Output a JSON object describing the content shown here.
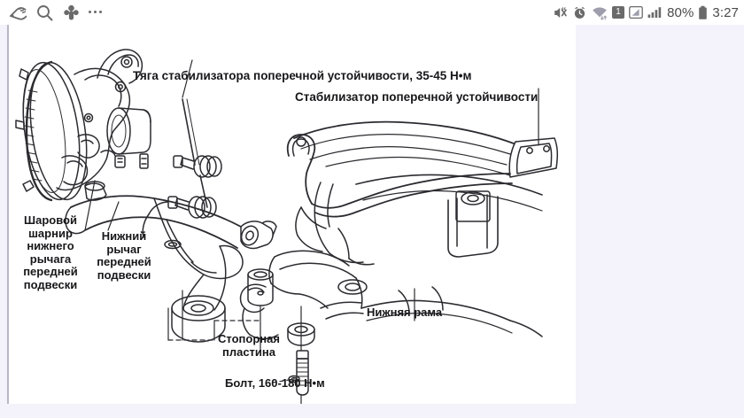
{
  "status_bar": {
    "left_icons": [
      {
        "name": "gesture-swipe-icon",
        "label": "swipe"
      },
      {
        "name": "search-icon",
        "label": "search"
      },
      {
        "name": "share-person-icon",
        "label": "share"
      },
      {
        "name": "more-options-icon",
        "label": "more"
      }
    ],
    "right_icons": [
      {
        "name": "mute-vibrate-icon",
        "label": "vibrate"
      },
      {
        "name": "alarm-clock-icon",
        "label": "alarm"
      },
      {
        "name": "wifi-icon",
        "label": "wi-fi"
      },
      {
        "name": "sim-card-icon",
        "label": "1"
      },
      {
        "name": "signal-triangle-icon",
        "label": "signal"
      },
      {
        "name": "signal-bars-icon",
        "label": "bars"
      }
    ],
    "battery_percent": "80%",
    "clock": "3:27",
    "sim_label": "1"
  },
  "diagram": {
    "alt": "Front suspension assembly exploded diagram",
    "labels": {
      "stabilizer_link": "Тяга стабилизатора поперечной устойчивости, 35-45 Н•м",
      "stabilizer_bar": "Стабилизатор поперечной устойчивости",
      "ball_joint": "Шаровой\nшарнир\nнижнего\nрычага\nпередней\nподвески",
      "lower_arm": "Нижний\nрычаг\nпередней\nподвески",
      "lower_frame": "Нижняя рама",
      "lock_plate": "Стопорная\nпластина",
      "bolt": "Болт, 160-180 Н•м"
    }
  },
  "colors": {
    "page_background": "#f4f2fa",
    "sheet": "#ffffff",
    "ink": "#17171a",
    "status_icon": "#6a6a6a",
    "sheet_border": "#b9b6c4"
  }
}
